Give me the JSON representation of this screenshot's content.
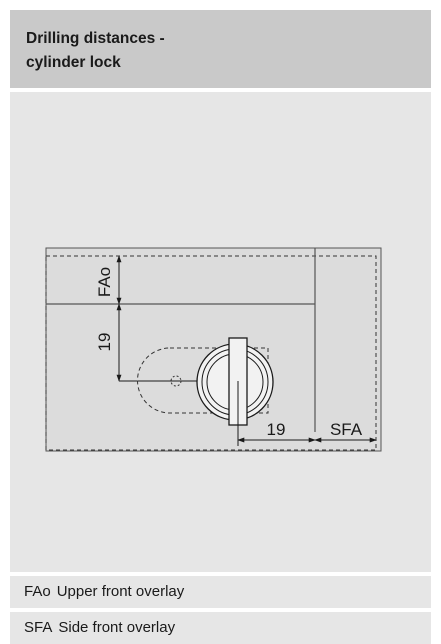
{
  "header": {
    "title_line1": "Drilling distances -",
    "title_line2": "cylinder lock"
  },
  "diagram": {
    "label_fao": "FAo",
    "label_19_vertical": "19",
    "label_19_horizontal": "19",
    "label_sfa": "SFA"
  },
  "legend": [
    {
      "abbr": "FAo",
      "text": "Upper front overlay"
    },
    {
      "abbr": "SFA",
      "text": "Side front overlay"
    }
  ]
}
